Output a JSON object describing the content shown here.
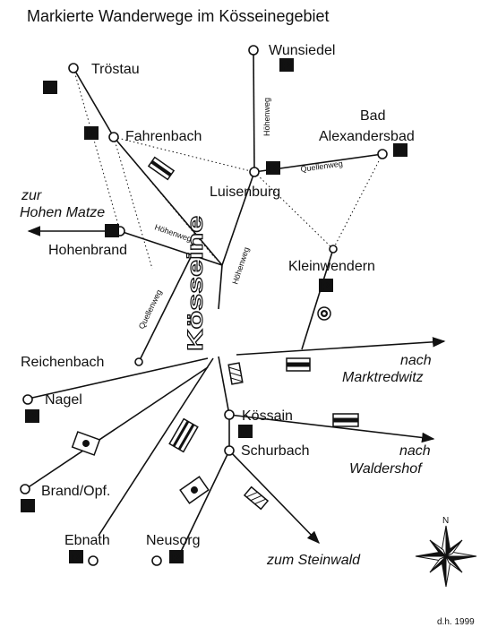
{
  "title": "Markierte Wanderwege im Kösseinegebiet",
  "peak": "Kösseine",
  "parking_letter": "P",
  "places": {
    "troestau": "Tröstau",
    "wunsiedel": "Wunsiedel",
    "fahrenbach": "Fahrenbach",
    "bad_alexandersbad_1": "Bad",
    "bad_alexandersbad_2": "Alexandersbad",
    "luisenburg": "Luisenburg",
    "hohenbrand": "Hohenbrand",
    "kleinwendern": "Kleinwendern",
    "reichenbach": "Reichenbach",
    "nagel": "Nagel",
    "koessain": "Kössain",
    "schurbach": "Schurbach",
    "brand_opf": "Brand/Opf.",
    "ebnath": "Ebnath",
    "neusorg": "Neusorg"
  },
  "directions": {
    "hohe_matze_1": "zur",
    "hohe_matze_2": "Hohen Matze",
    "marktredwitz_1": "nach",
    "marktredwitz_2": "Marktredwitz",
    "waldershof_1": "nach",
    "waldershof_2": "Waldershof",
    "steinwald": "zum Steinwald"
  },
  "route_labels": {
    "hoehenweg_wunsiedel": "Höhenweg",
    "quellenweg_bad": "Quellenweg",
    "hoehenweg_hohenbrand": "Höhenweg",
    "hoehenweg_luisenburg": "Höhenweg",
    "quellenweg_reichenbach": "Quellenweg"
  },
  "compass": {
    "north": "N"
  },
  "credit": "d.h. 1999"
}
